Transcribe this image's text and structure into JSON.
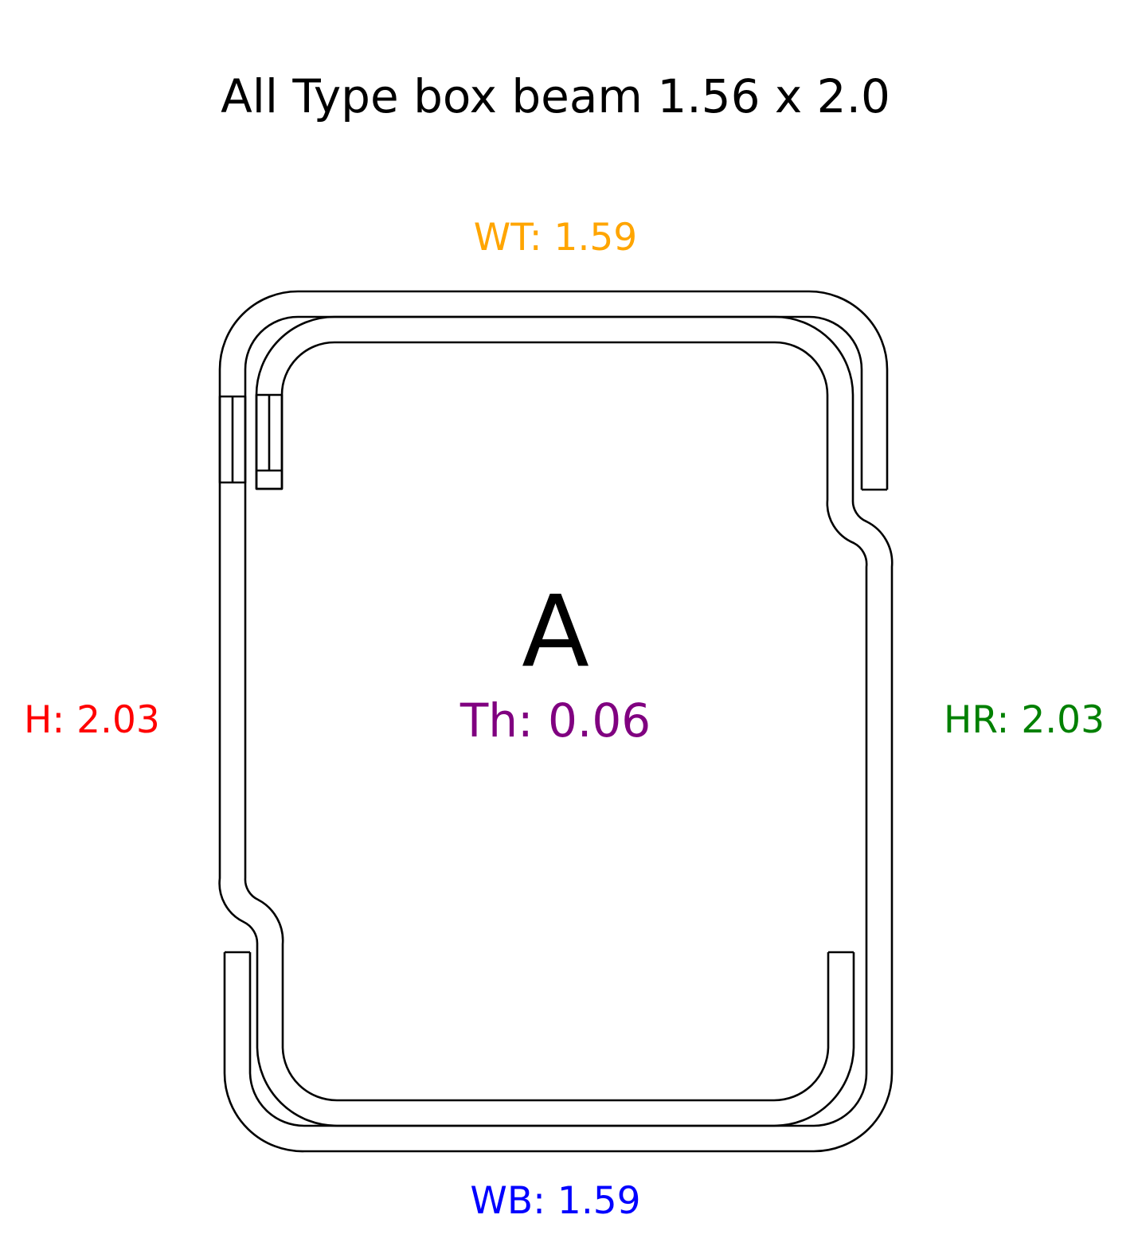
{
  "title": "All Type box beam 1.56 x 2.0",
  "labels": {
    "wt": "WT: 1.59",
    "wb": "WB: 1.59",
    "h": "H: 2.03",
    "hr": "HR: 2.03",
    "section": "A",
    "thickness": "Th: 0.06"
  },
  "colors": {
    "title": "#000000",
    "wt": "#FFA500",
    "wb": "#0000FF",
    "h": "#FF0000",
    "hr": "#008000",
    "thickness": "#800080",
    "section": "#000000",
    "outline": "#000000"
  }
}
